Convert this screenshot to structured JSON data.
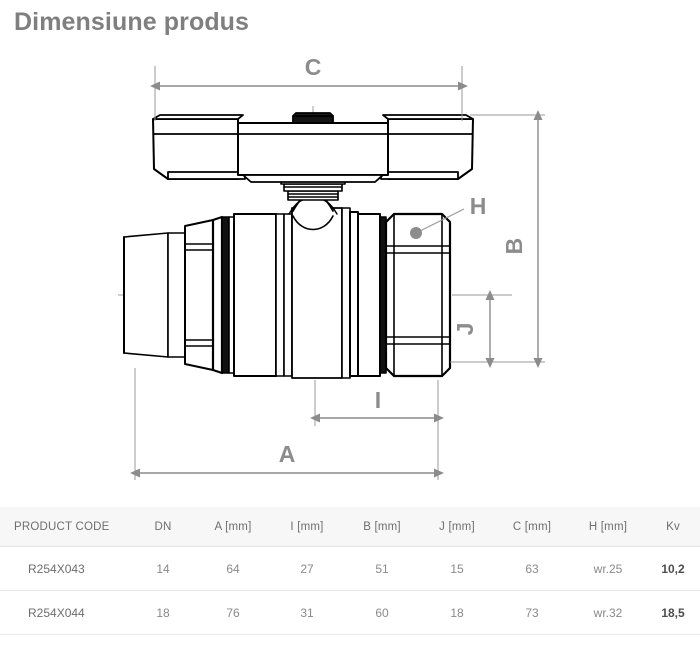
{
  "page": {
    "title": "Dimensiune produs"
  },
  "drawing": {
    "name": "ball-valve-dimension-drawing",
    "dimension_labels": [
      {
        "key": "C",
        "label": "C",
        "orientation": "horizontal"
      },
      {
        "key": "H",
        "label": "H",
        "orientation": "horizontal"
      },
      {
        "key": "B",
        "label": "B",
        "orientation": "vertical"
      },
      {
        "key": "J",
        "label": "J",
        "orientation": "vertical"
      },
      {
        "key": "I",
        "label": "I",
        "orientation": "horizontal"
      },
      {
        "key": "A",
        "label": "A",
        "orientation": "horizontal"
      }
    ],
    "label_c": "C",
    "label_h": "H",
    "label_b": "B",
    "label_j": "J",
    "label_i": "I",
    "label_a": "A",
    "colors": {
      "dimension_line": "#8c8c8c",
      "dimension_text": "#8c8c8c",
      "outline": "#000000",
      "centerline": "#9a9a9a"
    }
  },
  "table": {
    "name": "product-dimensions-table",
    "columns": [
      "PRODUCT CODE",
      "DN",
      "A [mm]",
      "I [mm]",
      "B [mm]",
      "J [mm]",
      "C [mm]",
      "H [mm]",
      "Kv"
    ],
    "rows": [
      {
        "product_code": "R254X043",
        "dn": "14",
        "a_mm": "64",
        "i_mm": "27",
        "b_mm": "51",
        "j_mm": "15",
        "c_mm": "63",
        "h_mm": "wr.25",
        "kv": "10,2"
      },
      {
        "product_code": "R254X044",
        "dn": "18",
        "a_mm": "76",
        "i_mm": "31",
        "b_mm": "60",
        "j_mm": "18",
        "c_mm": "73",
        "h_mm": "wr.32",
        "kv": "18,5"
      }
    ]
  }
}
